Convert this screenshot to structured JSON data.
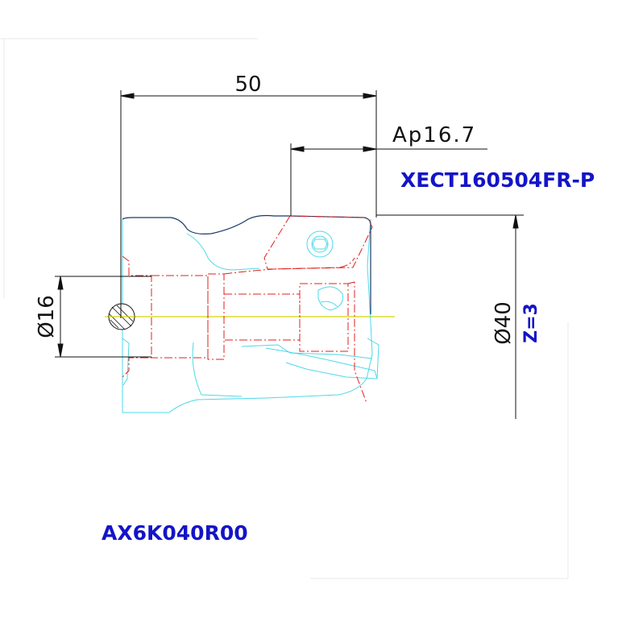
{
  "drawing": {
    "dimensions": {
      "length": "50",
      "ap": "Ap16.7",
      "shank_diameter": "Ø16",
      "cutter_diameter": "Ø40"
    },
    "insert_code": "XECT160504FR-P",
    "teeth": "Z=3",
    "tool_code": "AX6K040R00"
  },
  "colors": {
    "dimension": "#111111",
    "outline_cyan": "#4fd8e8",
    "hidden_red": "#e02020",
    "label_blue": "#1414c8",
    "tool_outline": "#1a3a66",
    "centerline": "#d8d800"
  }
}
